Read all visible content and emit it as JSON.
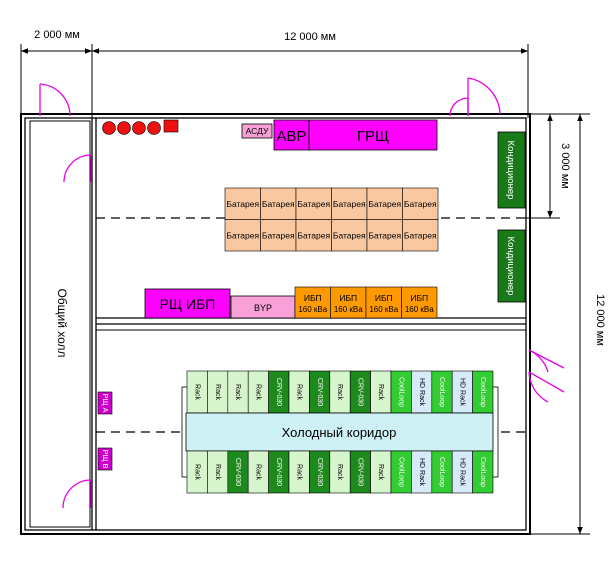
{
  "dimensions": {
    "hall_width": "2 000 мм",
    "room_width": "12 000 мм",
    "room_depth": "12 000 мм",
    "upper_zone": "3 000 мм"
  },
  "labels": {
    "hall": "Общий холл",
    "ats_panel": "АСДУ",
    "avr": "АВР",
    "main_switchboard": "ГРЩ",
    "ups_panel": "РЩ ИБП",
    "bypass": "BYP",
    "cold_aisle": "Холодный коридор",
    "ac": "Кондиционер",
    "panel_a": "РЩ А",
    "panel_b": "РЩ В"
  },
  "battery": {
    "label": "Батарея",
    "rows": 2,
    "cols": 6
  },
  "ups": {
    "label": "ИБП",
    "capacity": "160 кВа",
    "count": 4
  },
  "racks": {
    "top_row": [
      "Rack",
      "Rack",
      "Rack",
      "Rack",
      "CRV-030",
      "Rack",
      "CRV-030",
      "Rack",
      "CRV-030",
      "Rack",
      "CoolLoop",
      "HD Rack",
      "CoolLoop",
      "HD Rack",
      "CoolLoop"
    ],
    "bottom_row": [
      "Rack",
      "Rack",
      "CRV-030",
      "Rack",
      "CRV-030",
      "Rack",
      "CRV-030",
      "Rack",
      "CRV-030",
      "Rack",
      "CoolLoop",
      "HD Rack",
      "CoolLoop",
      "HD Rack",
      "CoolLoop"
    ]
  },
  "colors": {
    "magenta": "#ff00ff",
    "battery": "#fac8a0",
    "ups": "#ff9900",
    "pink": "#f7a1d8",
    "green_dark": "#1a7a1a",
    "rack": "#d6f5cc",
    "crv": "#1e8a1e",
    "coolloop": "#33cc33",
    "hdrack": "#d6eaf8",
    "aisle": "#cdf1f5",
    "red": "#ee1111"
  }
}
